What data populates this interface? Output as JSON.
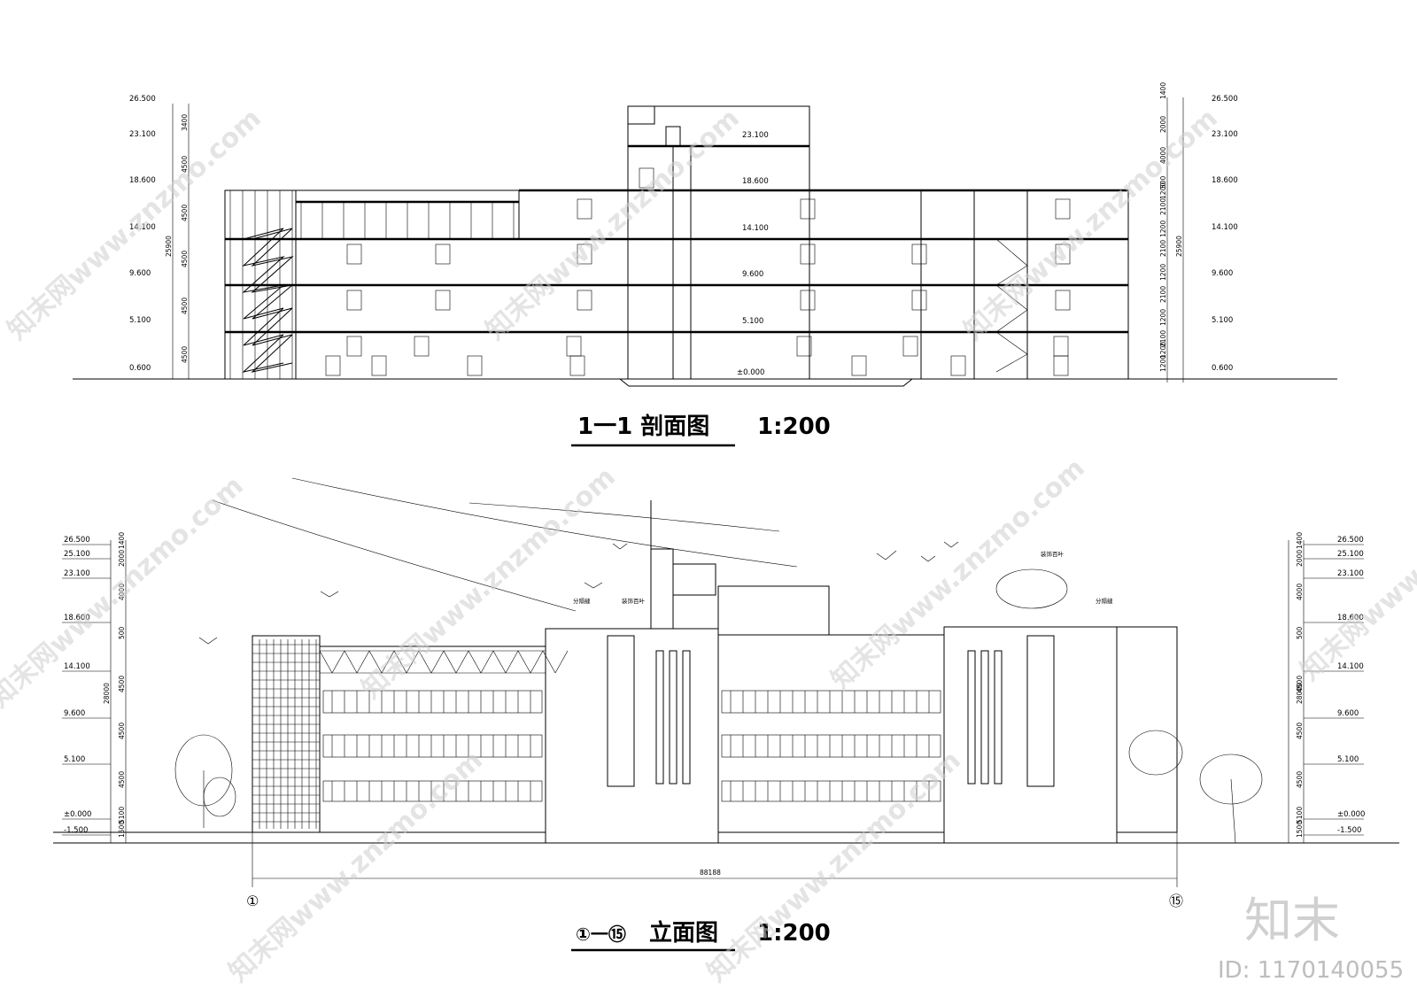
{
  "section": {
    "title": "1一1 剖面图",
    "scale": "1:200",
    "levels": [
      "26.500",
      "23.100",
      "18.600",
      "14.100",
      "9.600",
      "5.100",
      "0.600"
    ],
    "interior_levels": [
      "23.100",
      "18.600",
      "14.100",
      "9.600",
      "5.100",
      "±0.000"
    ],
    "dims_left": [
      "3400",
      "4500",
      "4500",
      "4500",
      "4500",
      "4500"
    ],
    "total_left": "25900",
    "dims_right": [
      "1400",
      "2000",
      "4000",
      "500",
      "1200",
      "2100",
      "1200",
      "2100",
      "1200",
      "2100",
      "1200",
      "2100",
      "1200",
      "1200"
    ],
    "total_right": "25900"
  },
  "elevation": {
    "title_prefix": "①一⑮",
    "title": "立面图",
    "scale": "1:200",
    "levels": [
      "26.500",
      "25.100",
      "23.100",
      "18.600",
      "14.100",
      "9.600",
      "5.100",
      "±0.000",
      "-1.500"
    ],
    "dims": [
      "1400",
      "2000",
      "4000",
      "500",
      "4500",
      "4500",
      "4500",
      "5100",
      "1500"
    ],
    "total": "28000",
    "width_dim": "88188",
    "axis_start": "①",
    "axis_end": "⑮",
    "notes": [
      "分隔缝",
      "装饰百叶",
      "装饰百叶",
      "分隔缝"
    ]
  },
  "watermark": {
    "text": "知末网www.znzmo.com",
    "logo": "知末",
    "id": "ID: 1170140055"
  }
}
